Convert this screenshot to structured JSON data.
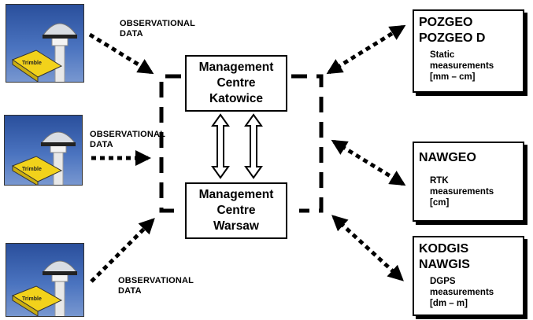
{
  "stations": [
    {
      "label": "OBSERVATIONAL\nDATA",
      "logo": "Trimble"
    },
    {
      "label": "OBSERVATIONAL\nDATA",
      "logo": "Trimble"
    },
    {
      "label": "OBSERVATIONAL\nDATA",
      "logo": "Trimble"
    }
  ],
  "management": {
    "katowice": {
      "line1": "Management",
      "line2": "Centre",
      "line3": "Katowice"
    },
    "warsaw": {
      "line1": "Management",
      "line2": "Centre",
      "line3": "Warsaw"
    }
  },
  "services": [
    {
      "name1": "POZGEO",
      "name2": "POZGEO D",
      "desc1": "Static",
      "desc2": "measurements",
      "desc3": "[mm – cm]"
    },
    {
      "name1": "NAWGEO",
      "desc1": "RTK",
      "desc2": "measurements",
      "desc3": "[cm]"
    },
    {
      "name1": "KODGIS",
      "name2": "NAWGIS",
      "desc1": "DGPS",
      "desc2": "measurements",
      "desc3": "[dm – m]"
    }
  ],
  "colors": {
    "sky": "#3a62b0",
    "receiver": "#f2d21b",
    "line": "#000000"
  }
}
